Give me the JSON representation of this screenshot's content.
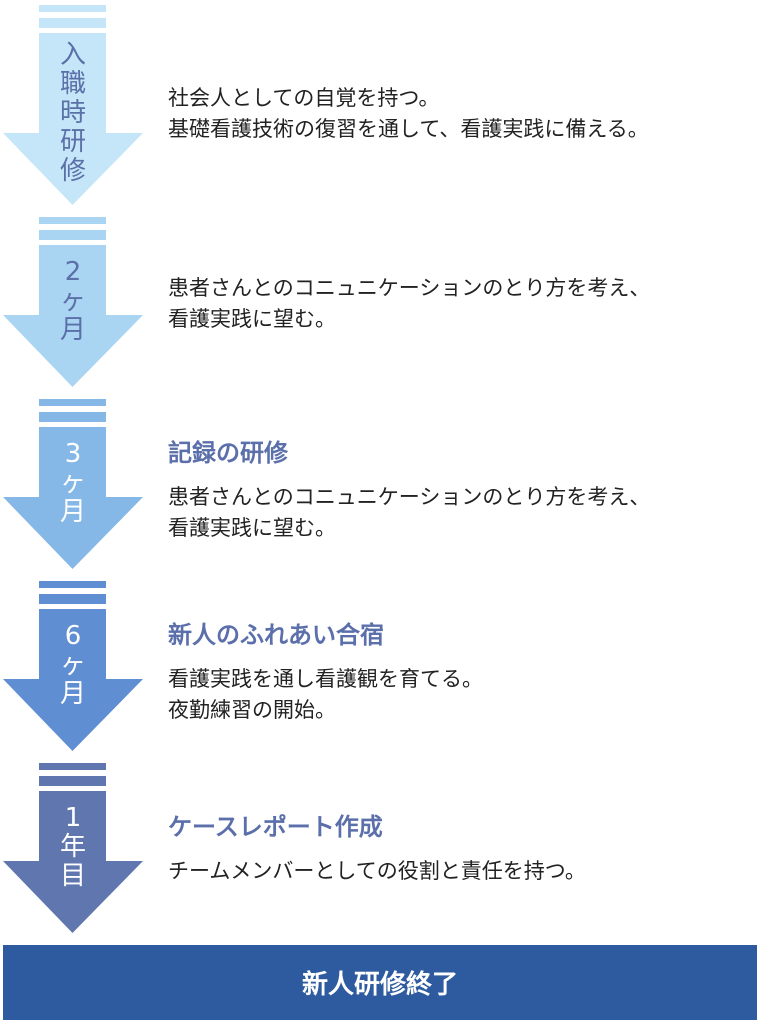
{
  "stages": [
    {
      "label": [
        "入",
        "職",
        "時",
        "研",
        "修"
      ],
      "color": "#c4e6f8",
      "label_color": "#5b6fa8",
      "heading": null,
      "lines": [
        "社会人としての自覚を持つ。",
        "基礎看護技術の復習を通して、看護実践に備える。"
      ]
    },
    {
      "label": [
        "2",
        "ヶ",
        "月"
      ],
      "color": "#a9d5f3",
      "label_color": "#5b6fa8",
      "heading": null,
      "lines": [
        "患者さんとのコニュニケーションのとり方を考え、",
        "看護実践に望む。"
      ]
    },
    {
      "label": [
        "3",
        "ヶ",
        "月"
      ],
      "color": "#86b8e7",
      "label_color": "#ffffff",
      "heading": "記録の研修",
      "lines": [
        "患者さんとのコニュニケーションのとり方を考え、",
        "看護実践に望む。"
      ]
    },
    {
      "label": [
        "6",
        "ヶ",
        "月"
      ],
      "color": "#5f8ed2",
      "label_color": "#ffffff",
      "heading": "新人のふれあい合宿",
      "lines": [
        "看護実践を通し看護観を育てる。",
        "夜勤練習の開始。"
      ]
    },
    {
      "label": [
        "1",
        "年",
        "目"
      ],
      "color": "#6076ae",
      "label_color": "#ffffff",
      "heading": "ケースレポート作成",
      "lines": [
        "チームメンバーとしての役割と責任を持つ。"
      ]
    }
  ],
  "footer": {
    "label": "新人研修終了"
  }
}
